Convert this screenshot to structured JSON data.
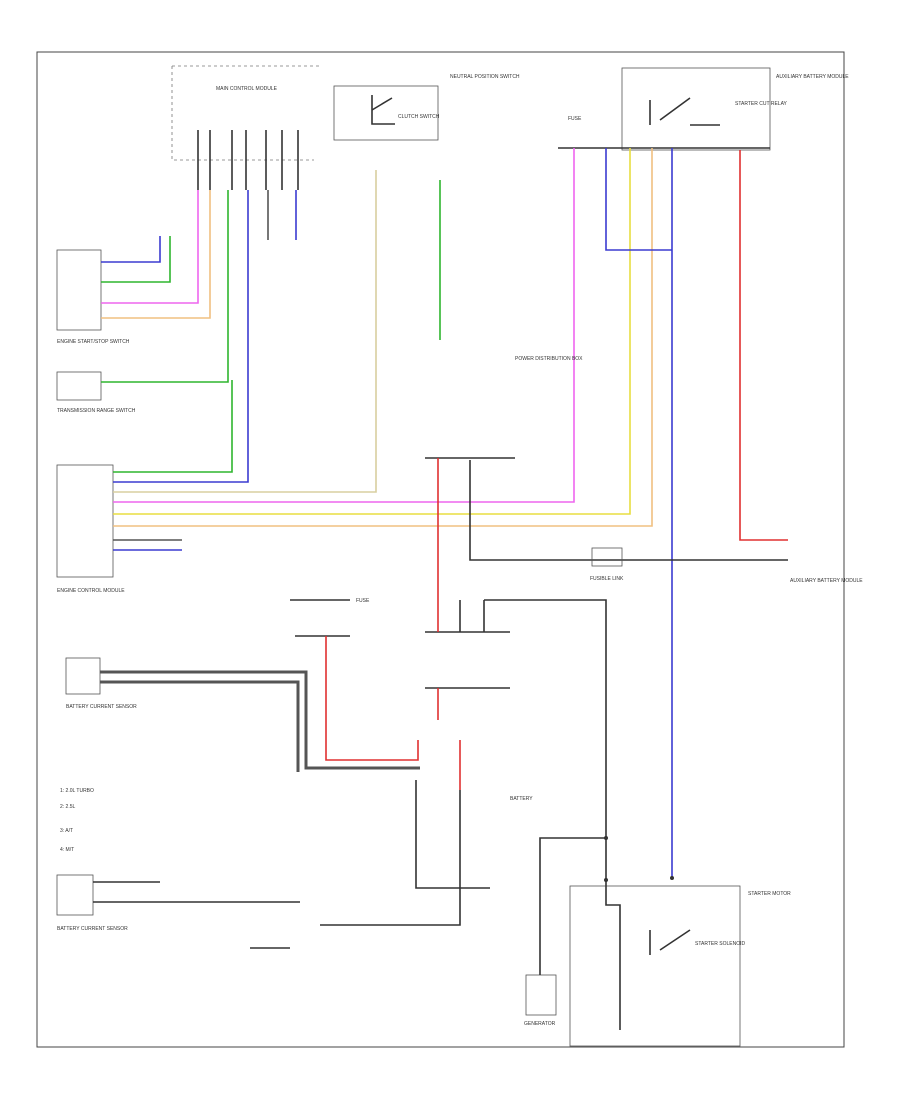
{
  "diagram": {
    "footer": "",
    "components": {
      "main_control_module": "MAIN CONTROL MODULE",
      "neutral_position_switch": "NEUTRAL POSITION SWITCH",
      "clutch_switch": "CLUTCH SWITCH",
      "engine_control_module": "ENGINE CONTROL MODULE",
      "starter_cut_relay": "STARTER CUT RELAY",
      "auxiliary_battery_module": "AUXILIARY BATTERY MODULE",
      "transmission_range_switch": "TRANSMISSION RANGE SWITCH",
      "battery_current_sensor": "BATTERY CURRENT SENSOR",
      "engine_start_stop_switch": "ENGINE START/STOP SWITCH",
      "battery": "BATTERY",
      "starter_motor": "STARTER MOTOR",
      "starter_solenoid": "STARTER SOLENOID",
      "generator": "GENERATOR",
      "power_distribution_box": "POWER DISTRIBUTION BOX",
      "fusible_link": "FUSIBLE LINK",
      "fuse": "FUSE"
    },
    "legend": [
      "1: 2.0L TURBO",
      "2: 2.5L",
      "3: A/T",
      "4: M/T"
    ]
  }
}
